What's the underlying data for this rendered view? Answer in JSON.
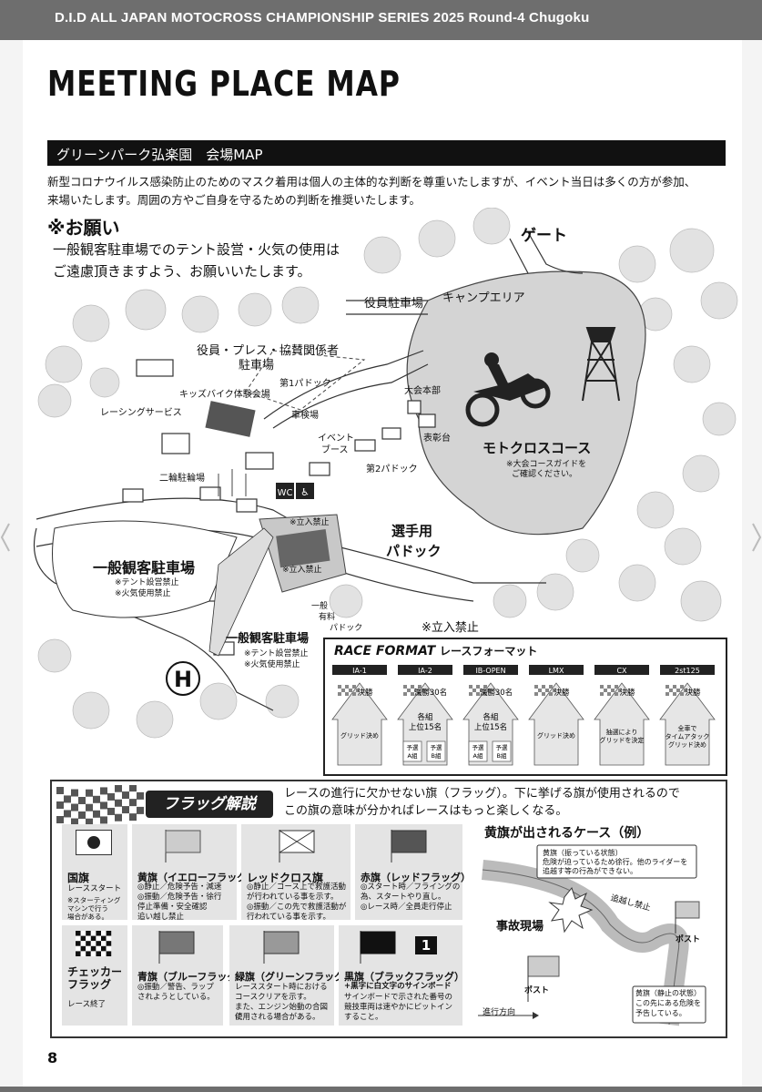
{
  "header": {
    "series_title": "D.I.D ALL JAPAN MOTOCROSS CHAMPIONSHIP SERIES 2025 Round-4 Chugoku"
  },
  "page": {
    "title": "MEETING PLACE MAP",
    "section_title": "グリーンパーク弘楽園　会場MAP",
    "intro_line1": "新型コロナウイルス感染防止のためのマスク着用は個人の主体的な判断を尊重いたしますが、イベント当日は多くの方が参加、",
    "intro_line2": "来場いたします。周囲の方やご自身を守るための判断を推奨いたします。",
    "notice_heading": "※お願い",
    "notice_line1": "一般観客駐車場でのテント設営・火気の使用は",
    "notice_line2": "ご遠慮頂きますよう、お願いいたします。",
    "page_number": "8"
  },
  "map": {
    "gate": "ゲート",
    "staff_parking": "役員駐車場",
    "camp_area": "キャンプエリア",
    "press_parking_1": "役員・プレス・協賛関係者",
    "press_parking_2": "駐車場",
    "kids_bike": "キッズバイク体験会場",
    "racing_service": "レーシングサービス",
    "paddock1": "第1パドック",
    "inspection": "車検場",
    "hq": "大会本部",
    "podium": "表彰台",
    "event_booth_1": "イベント",
    "event_booth_2": "ブース",
    "paddock2": "第2パドック",
    "bike_parking": "二輪駐輪場",
    "course": "モトクロスコース",
    "course_note_1": "※大会コースガイドを",
    "course_note_2": "ご確認ください。",
    "no_entry_1": "※立入禁止",
    "no_entry_2": "※立入禁止",
    "no_entry_3": "※立入禁止",
    "rider_paddock_1": "選手用",
    "rider_paddock_2": "パドック",
    "gen_parking_big": "一般観客駐車場",
    "gen_note_1": "※テント設営禁止",
    "gen_note_2": "※火気使用禁止",
    "paid_1": "一般",
    "paid_2": "有料",
    "paid_3": "パドック",
    "gen_parking_small": "一般観客駐車場",
    "gen_note_3": "※テント設営禁止",
    "gen_note_4": "※火気使用禁止",
    "heliport": "H"
  },
  "race_format": {
    "title_en": "RACE FORMAT",
    "title_jp": "レースフォーマット",
    "classes": [
      {
        "name": "IA-1",
        "final": "決勝",
        "line2": "",
        "line3": "",
        "box": "グリッド決め",
        "sub1": "",
        "sub2": ""
      },
      {
        "name": "IA-2",
        "final": "決勝30名",
        "line2": "各組",
        "line3": "上位15名",
        "box": "",
        "sub1": "予選 A組",
        "sub2": "予選 B組"
      },
      {
        "name": "IB-OPEN",
        "final": "決勝30名",
        "line2": "各組",
        "line3": "上位15名",
        "box": "",
        "sub1": "予選 A組",
        "sub2": "予選 B組"
      },
      {
        "name": "LMX",
        "final": "決勝",
        "line2": "",
        "line3": "",
        "box": "グリッド決め",
        "sub1": "",
        "sub2": ""
      },
      {
        "name": "CX",
        "final": "決勝",
        "line2": "",
        "line3": "",
        "box": "抽選により グリッドを決定",
        "sub1": "",
        "sub2": ""
      },
      {
        "name": "2st125",
        "final": "決勝",
        "line2": "",
        "line3": "",
        "box": "全車で タイムアタック グリッド決め",
        "sub1": "",
        "sub2": ""
      }
    ]
  },
  "flags": {
    "section_title": "フラッグ解説",
    "intro_line1": "レースの進行に欠かせない旗（フラッグ）。下に挙げる旗が使用されるので",
    "intro_line2": "この旗の意味が分かればレースはもっと楽しくなる。",
    "items": [
      {
        "name": "国旗",
        "desc1": "レーススタート",
        "desc2": "※スターティング",
        "desc3": "マシンで行う",
        "desc4": "場合がある。"
      },
      {
        "name": "黄旗（イエローフラッグ）",
        "desc1": "◎静止／危険予告・減速",
        "desc2": "◎振動／危険予告・徐行",
        "desc3": "停止準備・安全確認",
        "desc4": "追い越し禁止"
      },
      {
        "name": "レッドクロス旗",
        "desc1": "◎静止／コース上で救護活動",
        "desc2": "が行われている事を示す。",
        "desc3": "◎振動／この先で救護活動が",
        "desc4": "行われている事を示す。"
      },
      {
        "name": "赤旗（レッドフラッグ）",
        "desc1": "◎スタート時／フライングの",
        "desc2": "為、スタートやり直し。",
        "desc3": "◎レース時／全員走行停止",
        "desc4": ""
      },
      {
        "name": "チェッカー フラッグ",
        "desc1": "レース終了",
        "desc2": "",
        "desc3": "",
        "desc4": ""
      },
      {
        "name": "青旗（ブルーフラッグ）",
        "desc1": "◎振動／警告、ラップ",
        "desc2": "されようとしている。",
        "desc3": "",
        "desc4": ""
      },
      {
        "name": "緑旗（グリーンフラッグ）",
        "desc1": "レーススタート時における",
        "desc2": "コースクリアを示す。",
        "desc3": "また、エンジン始動の合図に",
        "desc4": "使用される場合がある。"
      },
      {
        "name": "黒旗（ブラックフラッグ）",
        "desc1": "+黒字に白文字のサインボード",
        "desc2": "サインボードで示された番号の",
        "desc3": "競技車両は速やかにピットイン",
        "desc4": "すること。"
      }
    ],
    "signboard_number": "1",
    "yellow_case": {
      "title": "黄旗が出されるケース（例）",
      "bubble1_1": "黄旗（振っている状態）",
      "bubble1_2": "危険が迫っているため徐行。他のライダーを",
      "bubble1_3": "追越す等の行為ができない。",
      "no_overtake": "追越し禁止",
      "accident": "事故現場",
      "post1": "ポスト",
      "post2": "ポスト",
      "direction": "進行方向",
      "bubble2_1": "黄旗（静止の状態）",
      "bubble2_2": "この先にある危険を",
      "bubble2_3": "予告している。"
    }
  }
}
